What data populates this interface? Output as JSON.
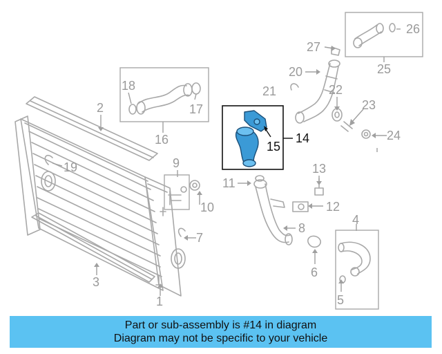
{
  "callouts": {
    "c1": "1",
    "c2": "2",
    "c3": "3",
    "c4": "4",
    "c5": "5",
    "c6": "6",
    "c7": "7",
    "c8": "8",
    "c9": "9",
    "c10": "10",
    "c11": "11",
    "c12": "12",
    "c13": "13",
    "c14": "14",
    "c15": "15",
    "c16": "16",
    "c17": "17",
    "c18": "18",
    "c19": "19",
    "c20": "20",
    "c21": "21",
    "c22": "22",
    "c23": "23",
    "c24": "24",
    "c25": "25",
    "c26": "26",
    "c27": "27"
  },
  "highlight": {
    "part_number": "14",
    "sub_part_number": "15",
    "color": "#3b9ad6"
  },
  "banner": {
    "line1": "Part or sub-assembly is #14 in diagram",
    "line2": "Diagram may not be specific to your vehicle",
    "color": "#5bc2f2"
  }
}
